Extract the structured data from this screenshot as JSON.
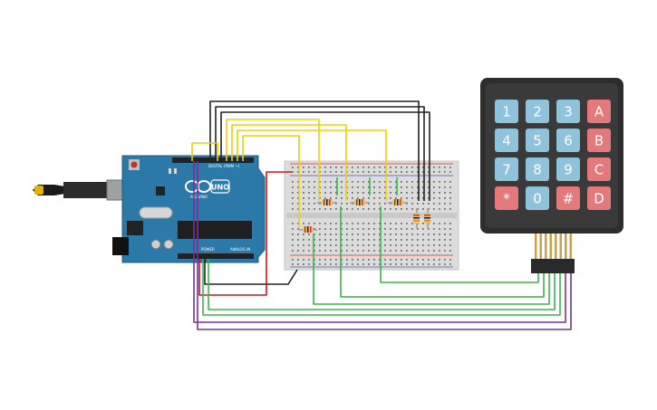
{
  "arduino": {
    "logo_text": "UNO",
    "brand_text": "ARDUINO",
    "digital_label": "DIGITAL (PWM ~)",
    "analog_label": "ANALOG IN",
    "power_label": "POWER"
  },
  "keypad": {
    "keys": [
      "1",
      "2",
      "3",
      "A",
      "4",
      "5",
      "6",
      "B",
      "7",
      "8",
      "9",
      "C",
      "*",
      "0",
      "#",
      "D"
    ],
    "colors": {
      "digit": "#8fc3dc",
      "letter": "#e3797b",
      "body": "#2d2d2d"
    }
  },
  "wire_colors": {
    "yellow": "#f2cf00",
    "black": "#222222",
    "green": "#3ab54a",
    "purple": "#7b2f9c",
    "red": "#d21414"
  }
}
